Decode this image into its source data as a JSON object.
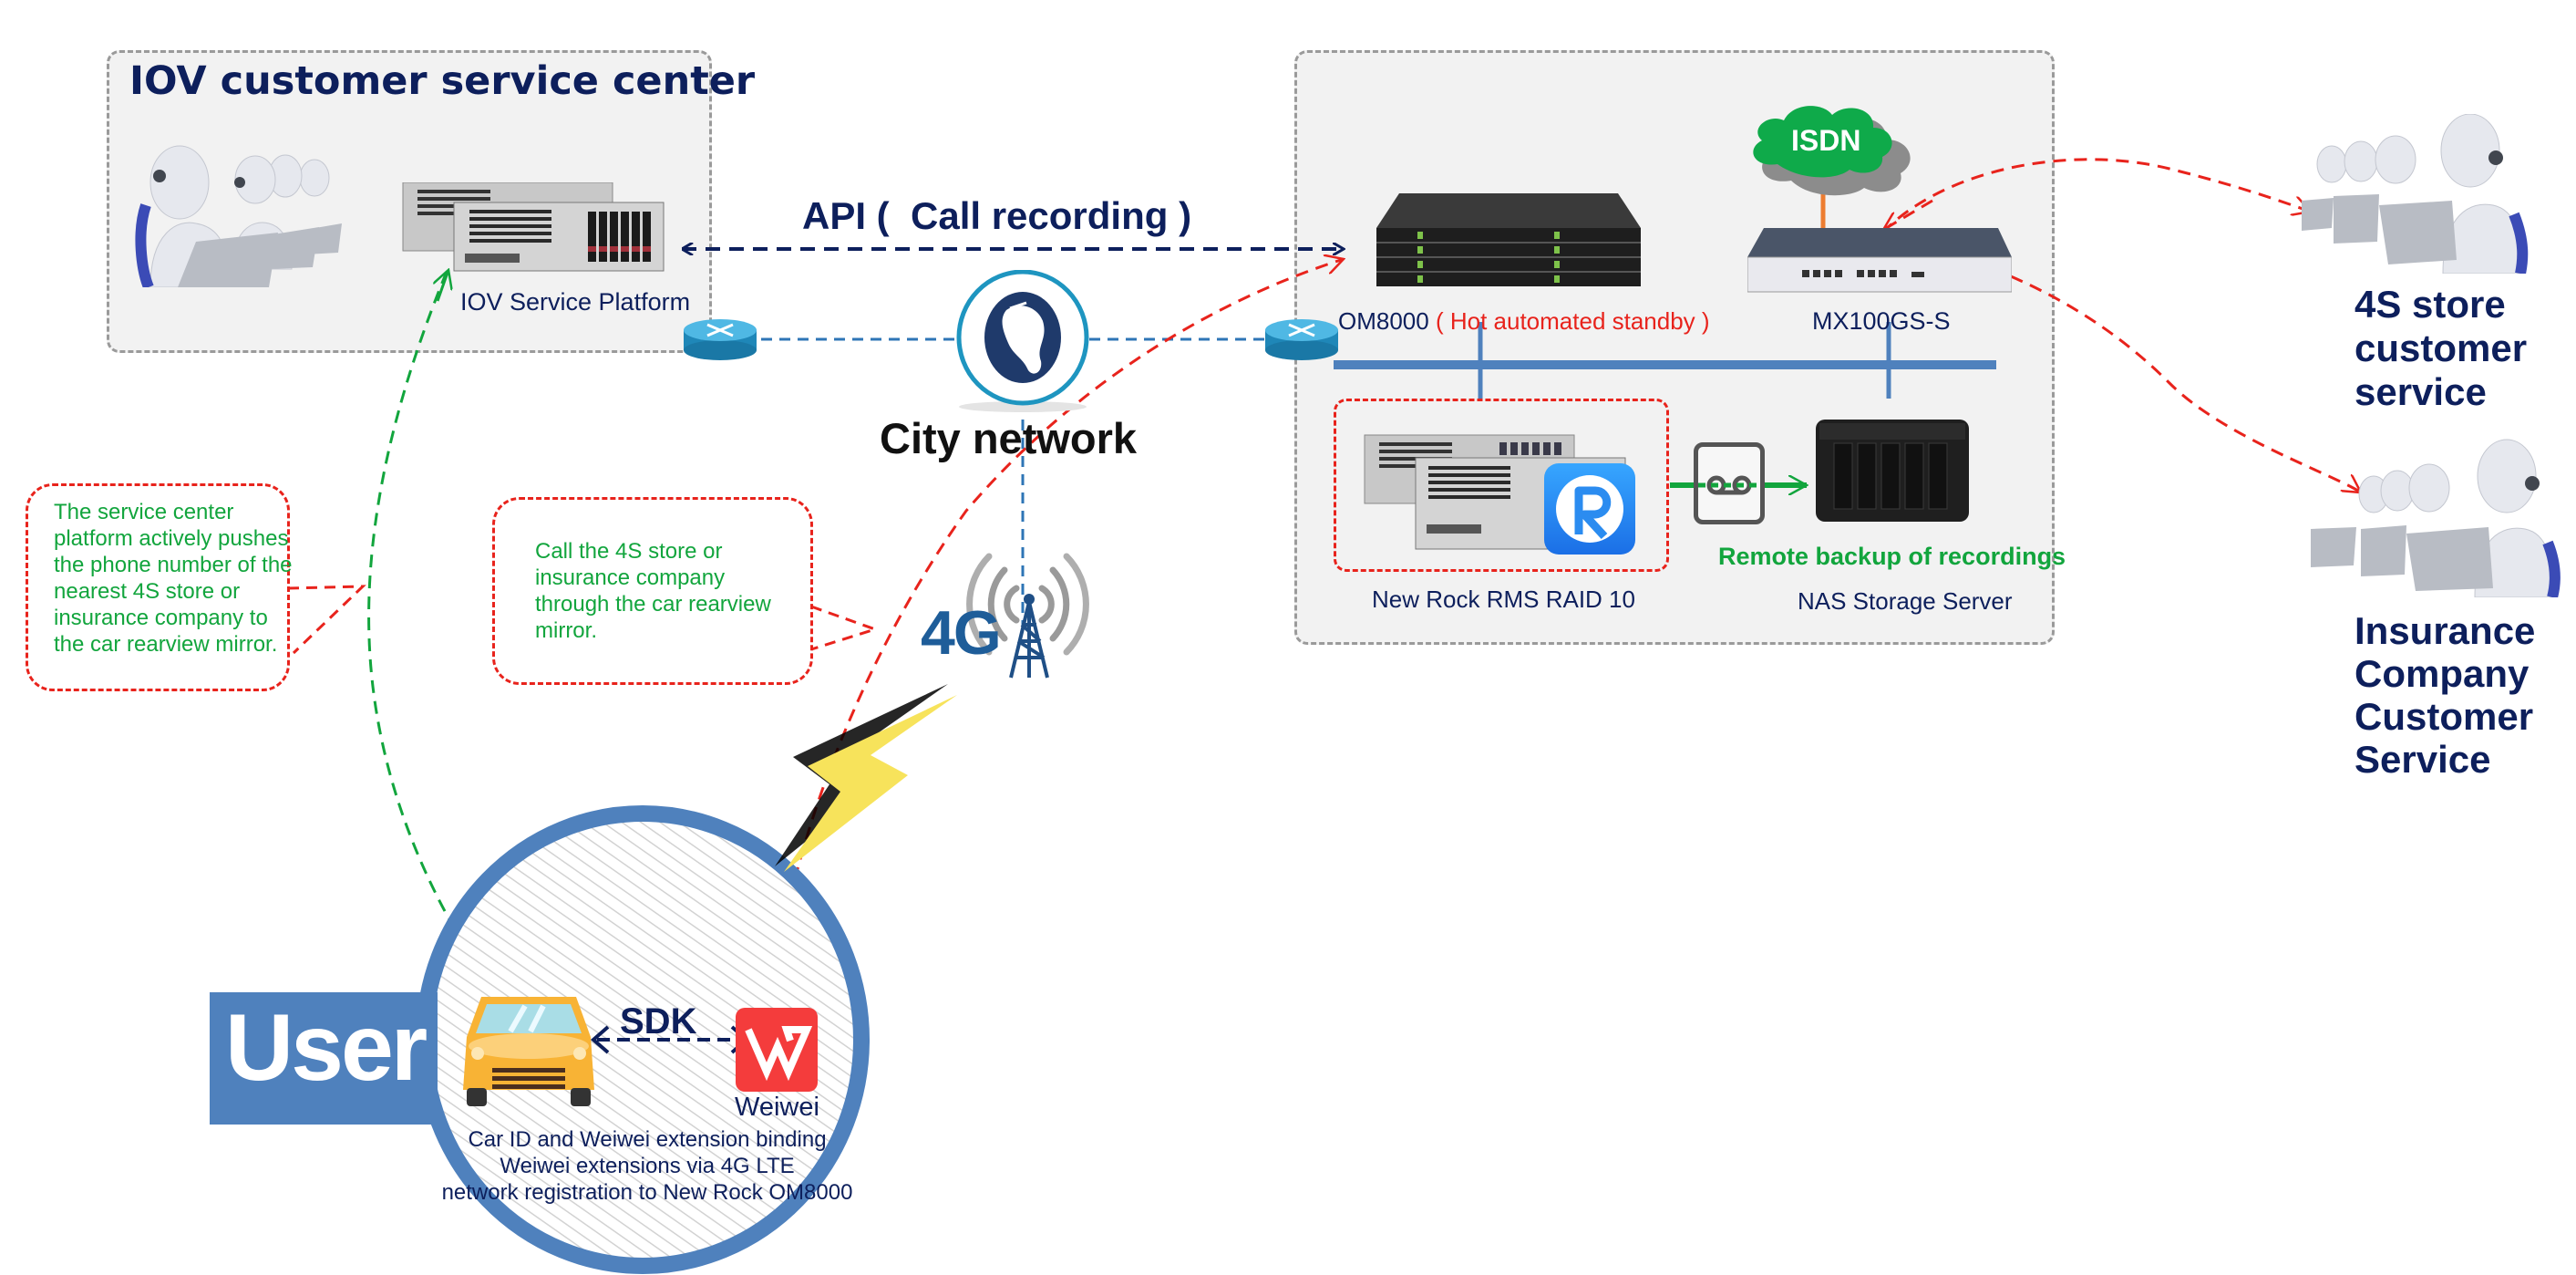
{
  "iov_center": {
    "title": "IOV customer service center",
    "platform_label": "IOV Service Platform"
  },
  "api_link": {
    "label": "API (  Call recording )"
  },
  "city_network": {
    "label": "City network"
  },
  "newrock_zone": {
    "om8000_label": "OM8000",
    "om8000_note": "( Hot automated standby )",
    "mx_label": "MX100GS-S",
    "isdn_label": "ISDN",
    "rms_label": "New Rock RMS RAID 10",
    "nas_label": "NAS Storage Server",
    "backup_label": "Remote backup of recordings"
  },
  "right_groups": {
    "store_label_lines": [
      "4S store",
      "customer",
      "service"
    ],
    "insurance_label_lines": [
      "Insurance",
      "Company",
      "Customer",
      "Service"
    ]
  },
  "callouts": {
    "push_text": "The service center platform actively pushes the phone number of the nearest 4S store or insurance company to the car rearview mirror.",
    "call_text": "Call the 4S store or insurance company through the car rearview mirror."
  },
  "tower": {
    "label": "4G"
  },
  "user_zone": {
    "user_label": "User",
    "sdk_label": "SDK",
    "weiwei_label": "Weiwei",
    "weiwei_glyph": "W",
    "desc_lines": [
      "Car ID and Weiwei extension binding",
      "Weiwei extensions via 4G LTE",
      "network registration to New Rock OM8000"
    ]
  },
  "colors": {
    "navy": "#0d1f5c",
    "green": "#12a53d",
    "red": "#e8231c",
    "bus_blue": "#4f81bd",
    "panel_bg": "#f2f2f2",
    "user_blue": "#4f81bd",
    "isdn_green": "#0faa4a",
    "rms_blue": "#2b8cf0",
    "weiwei_red": "#f43c3c",
    "car_yellow": "#f8b335"
  }
}
